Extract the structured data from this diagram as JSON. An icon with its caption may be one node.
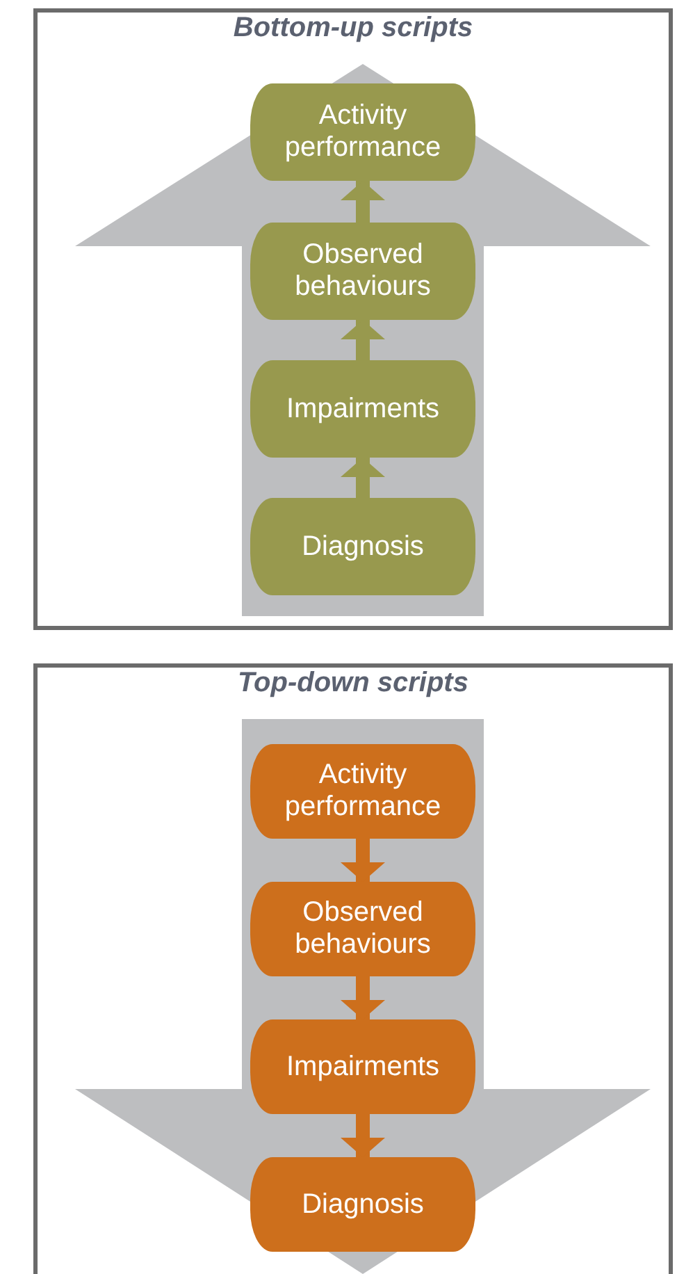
{
  "diagram": {
    "nodes": [
      {
        "text": [
          "Bottom-up scripts"
        ]
      },
      {
        "text": [
          "Activity performance"
        ],
        "in": 0
      },
      {
        "text": [
          "Observed behaviours"
        ],
        "in": 0
      },
      {
        "text": [
          "Impairments"
        ],
        "in": 0
      },
      {
        "text": [
          "Diagnosis"
        ],
        "in": 0
      },
      {
        "text": [
          "Top-down scripts"
        ]
      },
      {
        "text": [
          "Activity performance"
        ],
        "in": 5
      },
      {
        "text": [
          "Observed behaviours"
        ],
        "in": 5
      },
      {
        "text": [
          "Impairments"
        ],
        "in": 5
      },
      {
        "text": [
          "Diagnosis"
        ],
        "in": 5
      }
    ],
    "edges": [
      {
        "from": 4,
        "to": 3,
        "arrow": "to"
      },
      {
        "from": 3,
        "to": 2,
        "arrow": "to"
      },
      {
        "from": 2,
        "to": 1,
        "arrow": "to"
      },
      {
        "from": 4,
        "to": 1,
        "arrow": "to",
        "style": "thick",
        "color": "#bdbec0"
      },
      {
        "from": 6,
        "to": 9,
        "arrow": "to",
        "style": "thick",
        "color": "#bdbec0"
      },
      {
        "from": 6,
        "to": 7,
        "arrow": "to"
      },
      {
        "from": 7,
        "to": 8,
        "arrow": "to"
      },
      {
        "from": 8,
        "to": 9,
        "arrow": "to"
      }
    ]
  }
}
